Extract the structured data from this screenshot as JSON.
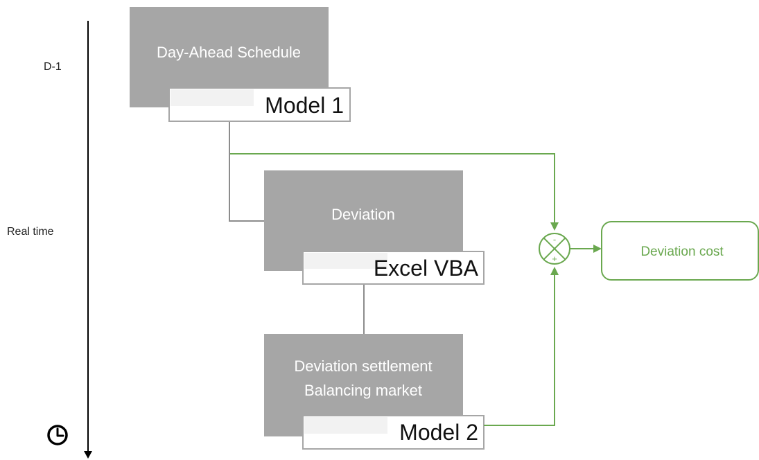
{
  "timeline": {
    "labels": {
      "day_ahead": "D-1",
      "real_time": "Real time"
    },
    "clock_icon": "clock-icon"
  },
  "processes": {
    "day_ahead": {
      "title": "Day-Ahead Schedule",
      "tool": "Model 1"
    },
    "deviation": {
      "title": "Deviation",
      "tool": "Excel VBA"
    },
    "settlement": {
      "title_line1": "Deviation settlement",
      "title_line2": "Balancing market",
      "tool": "Model 2"
    }
  },
  "summing_junction": {
    "minus_sign": "-",
    "plus_sign": "+"
  },
  "output": {
    "label": "Deviation cost"
  },
  "colors": {
    "process_fill": "#a6a6a6",
    "tool_border": "#a6a6a6",
    "accent_green": "#6aa84f",
    "connector_gray": "#8c8c8c",
    "timeline": "#000000"
  }
}
